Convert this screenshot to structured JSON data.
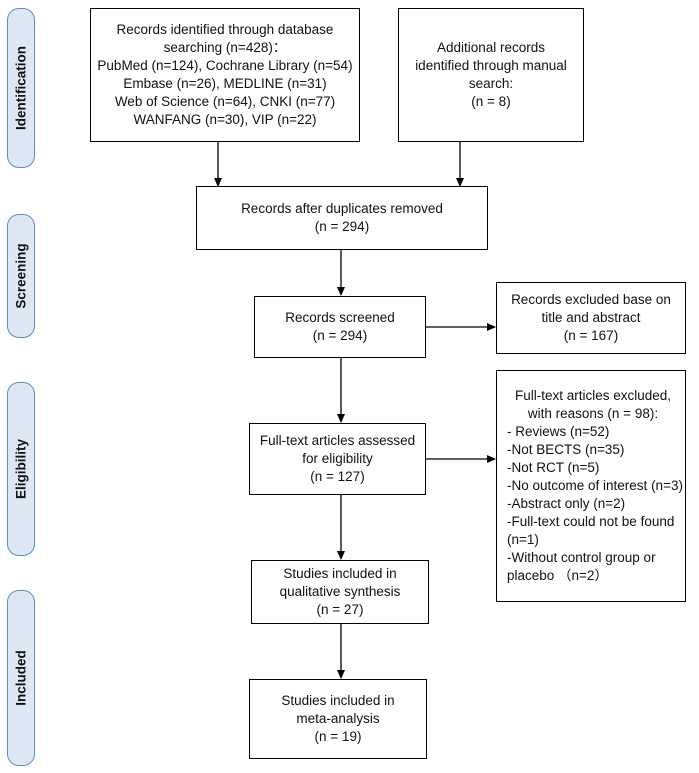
{
  "phases": {
    "identification": "Identification",
    "screening": "Screening",
    "eligibility": "Eligibility",
    "included": "Included"
  },
  "boxes": {
    "database_search": {
      "lines": [
        "Records identified through database",
        "searching (n=428)：",
        "PubMed (n=124), Cochrane Library (n=54)",
        "Embase (n=26), MEDLINE (n=31)",
        "Web of Science (n=64), CNKI (n=77)",
        "WANFANG (n=30), VIP (n=22)"
      ]
    },
    "manual_search": {
      "lines": [
        "Additional records",
        "identified through manual",
        "search:",
        "(n = 8)"
      ]
    },
    "duplicates_removed": {
      "lines": [
        "Records after duplicates removed",
        "(n = 294)"
      ]
    },
    "records_screened": {
      "lines": [
        "Records screened",
        "(n = 294)"
      ]
    },
    "records_excluded": {
      "lines": [
        "Records excluded base on",
        "title and abstract",
        "(n = 167)"
      ]
    },
    "fulltext_assessed": {
      "lines": [
        "Full-text articles assessed",
        "for eligibility",
        "(n = 127)"
      ]
    },
    "fulltext_excluded": {
      "head": [
        "Full-text articles excluded,",
        "with reasons (n = 98):"
      ],
      "lines": [
        "- Reviews (n=52)",
        "-Not BECTS (n=35)",
        "-Not RCT (n=5)",
        "-No outcome of interest (n=3)",
        "-Abstract only (n=2)",
        "-Full-text could not be found",
        "(n=1)",
        "-Without control group or",
        "placebo （n=2）"
      ]
    },
    "qualitative_synthesis": {
      "lines": [
        "Studies included in",
        "qualitative synthesis",
        "(n = 27)"
      ]
    },
    "meta_analysis": {
      "lines": [
        "Studies included in",
        "meta-analysis",
        "(n = 19)"
      ]
    }
  },
  "colors": {
    "phase_fill": "#dde8f4",
    "phase_border": "#5b8cc9",
    "box_border": "#000000"
  }
}
